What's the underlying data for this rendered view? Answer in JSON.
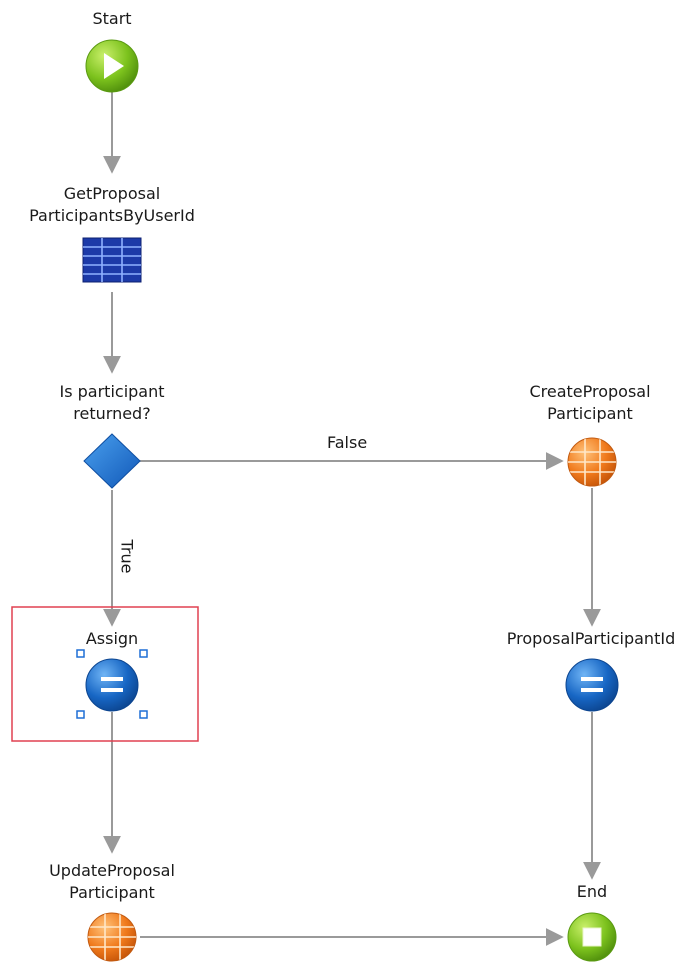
{
  "nodes": {
    "start": {
      "label": "Start",
      "icon": "play-icon"
    },
    "get_participants": {
      "label_line1": "GetProposal",
      "label_line2": "ParticipantsByUserId",
      "icon": "table-aggregate-icon"
    },
    "decision": {
      "label_line1": "Is participant",
      "label_line2": "returned?",
      "icon": "diamond-decision-icon"
    },
    "create_participant": {
      "label_line1": "CreateProposal",
      "label_line2": "Participant",
      "icon": "entity-action-icon"
    },
    "assign": {
      "label": "Assign",
      "icon": "assign-equals-icon",
      "selected": true
    },
    "participant_id": {
      "label": "ProposalParticipantId",
      "icon": "assign-equals-icon"
    },
    "update_participant": {
      "label_line1": "UpdateProposal",
      "label_line2": "Participant",
      "icon": "entity-action-icon"
    },
    "end": {
      "label": "End",
      "icon": "stop-icon"
    }
  },
  "edges": {
    "false_label": "False",
    "true_label": "True"
  },
  "colors": {
    "connector": "#9a9a9a",
    "start_green": "#7cc21d",
    "table_blue": "#1c3aa8",
    "decision_blue": "#1e74d0",
    "entity_orange": "#f07a1c",
    "assign_blue": "#1766c4",
    "selection_red": "#e04050",
    "handle_blue": "#1e6fd6"
  }
}
